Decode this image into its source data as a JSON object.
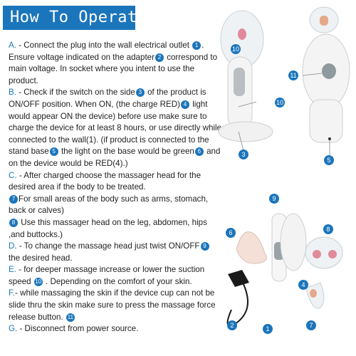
{
  "title": "How To Operate:",
  "accent": "#1b75bb",
  "steps": {
    "a": {
      "label": "A.",
      "t1": " - Connect the plug into the wall electrical outlet ",
      "n1": "1",
      "t2": ". Ensure voltage indicated on the adapter",
      "n2": "2",
      "t3": " correspond to main voltage. In socket where you intent to use the product."
    },
    "b": {
      "label": "B.",
      "t1": " - Check if the switch on the side",
      "n1": "3",
      "t2": " of the product is ON/OFF position. When ON, (the charge RED)",
      "n2": "4",
      "t3": " light would appear ON the device) before use make sure to charge the device for at least 8 hours, or use directly while connected to the wall(1). (if product is connected to the stand base",
      "n3": "5",
      "t4": " the light on the base would be green",
      "n4": "6",
      "t5": " and on the device would be RED(4).)"
    },
    "c": {
      "label": "C.",
      "t1": " - After charged choose the massager head for the desired area if the body to be treated."
    },
    "c7": {
      "n1": "7",
      "t1": "For small areas of the body such as arms, stomach, back or calves)"
    },
    "c8": {
      "n1": "8",
      "t1": " Use this massager head on the leg, abdomen, hips ,and buttocks.)"
    },
    "d": {
      "label": "D.",
      "t1": " - To change the massage head just twist ON/OFF",
      "n1": "9",
      "t2": " the desired head."
    },
    "e": {
      "label": "E.",
      "t1": " - for deeper massage increase or lower the suction speed ",
      "n1": "10",
      "t2": " . Depending on the comfort of your skin."
    },
    "f": {
      "label": "F.",
      "t1": "- while massaging the skin if the device cup can not be slide thru the skin make sure to press the massage force release button. ",
      "n1": "11"
    },
    "g": {
      "label": "G.",
      "t1": " - Disconnect from power source."
    }
  },
  "callouts": {
    "c10": "10",
    "c3": "3",
    "c11": "11",
    "c5": "5",
    "c6": "6",
    "c9": "9",
    "c8": "8",
    "c4": "4",
    "c2": "2",
    "c1": "1",
    "c7": "7"
  }
}
